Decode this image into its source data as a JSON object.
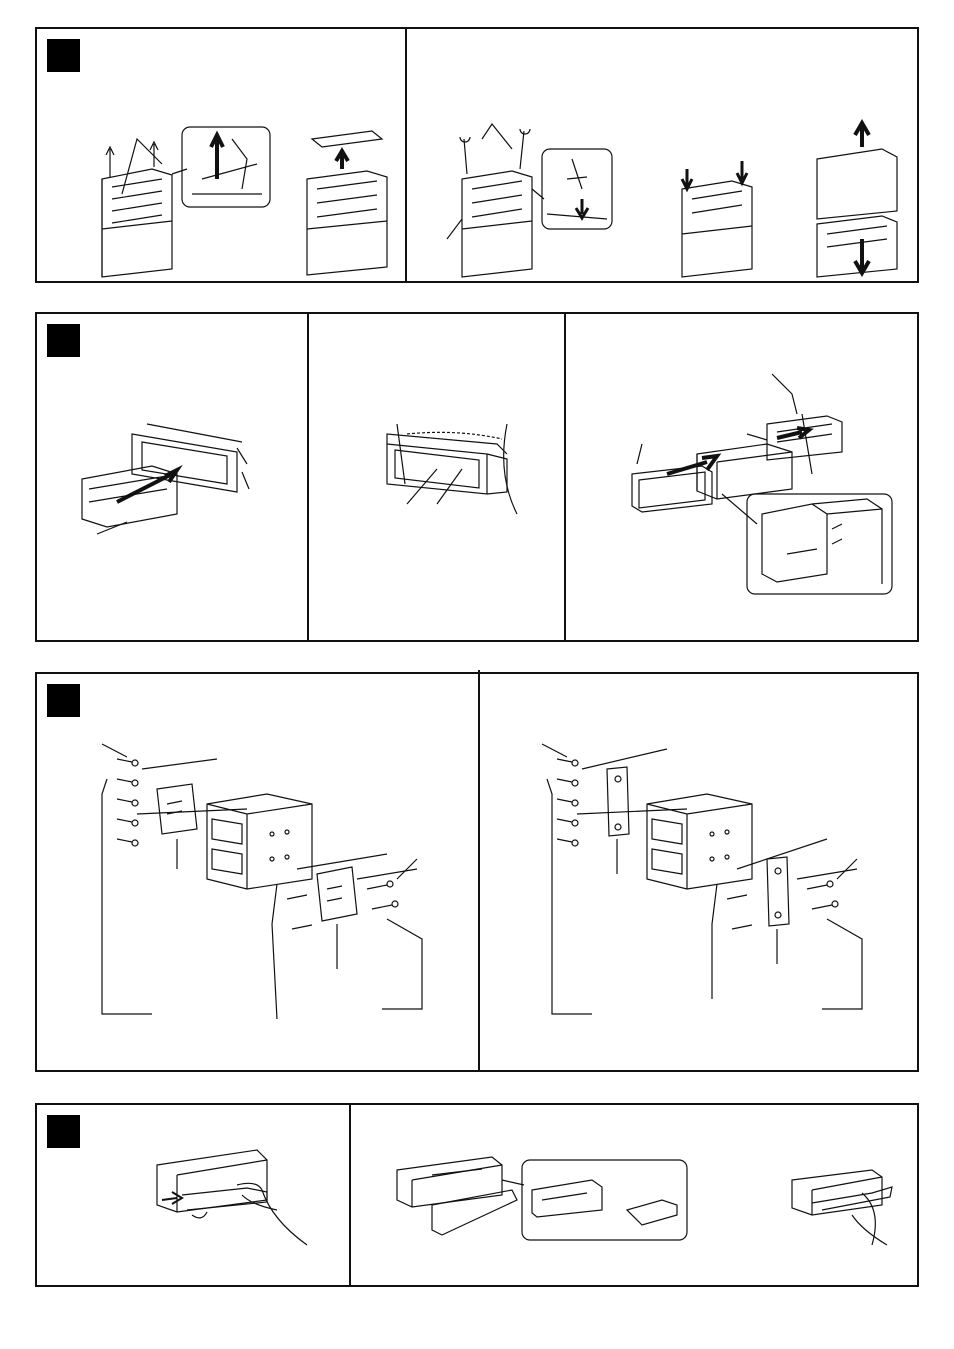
{
  "document": {
    "panels": [
      {
        "id": "panel-1",
        "sections": 2
      },
      {
        "id": "panel-2",
        "sections": 3
      },
      {
        "id": "panel-3",
        "sections": 2
      },
      {
        "id": "panel-4",
        "sections": 2
      }
    ],
    "icons": [
      "section-marker-square",
      "arrow-icon",
      "screw-icon",
      "hand-icon",
      "release-key-icon"
    ]
  }
}
